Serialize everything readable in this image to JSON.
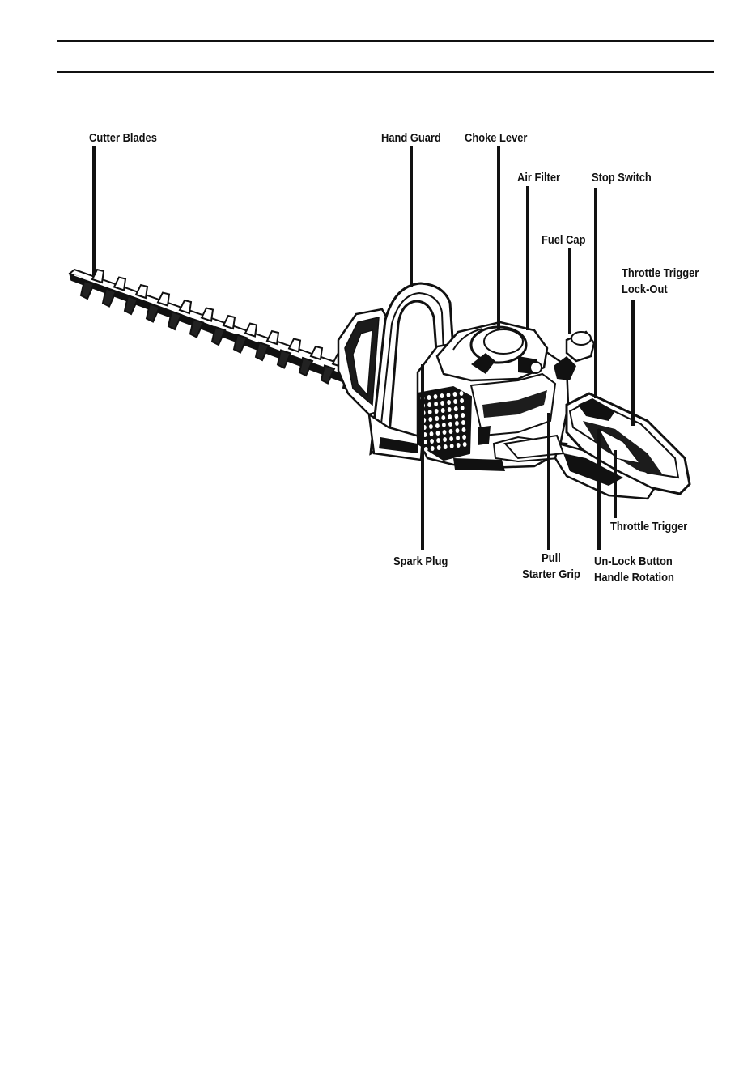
{
  "labels": {
    "cutter_blades": "Cutter Blades",
    "hand_guard": "Hand Guard",
    "choke_lever": "Choke Lever",
    "air_filter": "Air Filter",
    "stop_switch": "Stop Switch",
    "fuel_cap": "Fuel Cap",
    "throttle_lockout_line1": "Throttle Trigger",
    "throttle_lockout_line2": "Lock-Out",
    "spark_plug": "Spark Plug",
    "pull_line1": "Pull",
    "pull_line2": "Starter Grip",
    "throttle_trigger": "Throttle Trigger",
    "unlock_line1": "Un-Lock Button",
    "unlock_line2": "Handle Rotation"
  },
  "colors": {
    "ink": "#111111",
    "paper": "#ffffff",
    "shade": "#2a2a2a"
  }
}
